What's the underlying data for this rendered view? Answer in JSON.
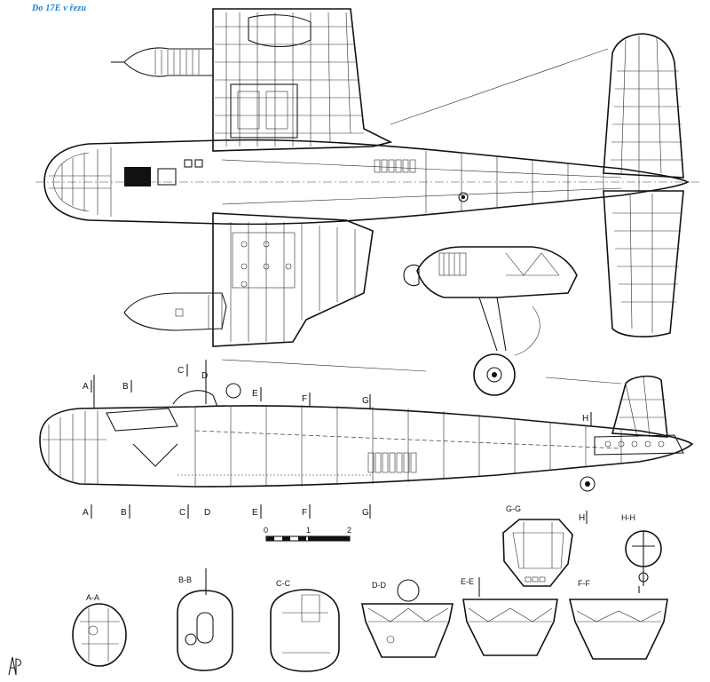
{
  "header": {
    "title": "Do 17E v řezu",
    "title_color": "#1a7fd4"
  },
  "section_markers": {
    "upper": [
      "A",
      "B",
      "C",
      "D",
      "E",
      "F",
      "G",
      "H"
    ],
    "lower": [
      "A",
      "B",
      "C",
      "D",
      "E",
      "F",
      "G"
    ],
    "h_marker": "H"
  },
  "scale_bar": {
    "ticks": [
      "0",
      "1",
      "2"
    ]
  },
  "section_views": [
    "A-A",
    "B-B",
    "C-C",
    "D-D",
    "E-E",
    "F-F",
    "G-G",
    "H-H"
  ],
  "signature": "AP"
}
